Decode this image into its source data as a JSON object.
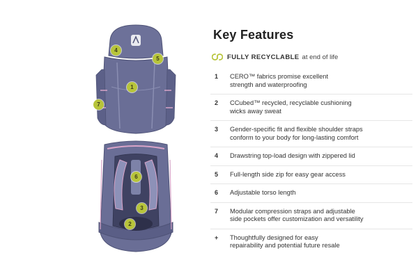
{
  "features": {
    "title": "Key Features",
    "recyclable": {
      "strong": "FULLY RECYCLABLE",
      "rest": "at end of life",
      "icon": "recycle-loop-icon",
      "color": "#b7c43a"
    },
    "items": [
      {
        "num": "1",
        "lines": [
          "CERO™ fabrics promise excellent",
          "strength and waterproofing"
        ]
      },
      {
        "num": "2",
        "lines": [
          "CCubed™ recycled, recyclable cushioning",
          "wicks away sweat"
        ]
      },
      {
        "num": "3",
        "lines": [
          "Gender-specific fit and flexible shoulder straps",
          "conform to your body for long-lasting comfort"
        ]
      },
      {
        "num": "4",
        "lines": [
          "Drawstring top-load design with zippered lid"
        ]
      },
      {
        "num": "5",
        "lines": [
          "Full-length side zip for easy gear access"
        ]
      },
      {
        "num": "6",
        "lines": [
          "Adjustable torso length"
        ]
      },
      {
        "num": "7",
        "lines": [
          "Modular compression straps and adjustable",
          "side pockets offer customization and versatility"
        ]
      },
      {
        "num": "+",
        "lines": [
          "Thoughtfully designed for easy",
          "repairability and potential future resale"
        ]
      }
    ]
  },
  "callouts": {
    "front": [
      "4",
      "5",
      "1",
      "7"
    ],
    "back": [
      "6",
      "3",
      "2"
    ]
  },
  "colors": {
    "pack": "#6a6e96",
    "pack_dark": "#4f5377",
    "accent_pink": "#d8a4c8",
    "callout": "#b7c43a"
  }
}
